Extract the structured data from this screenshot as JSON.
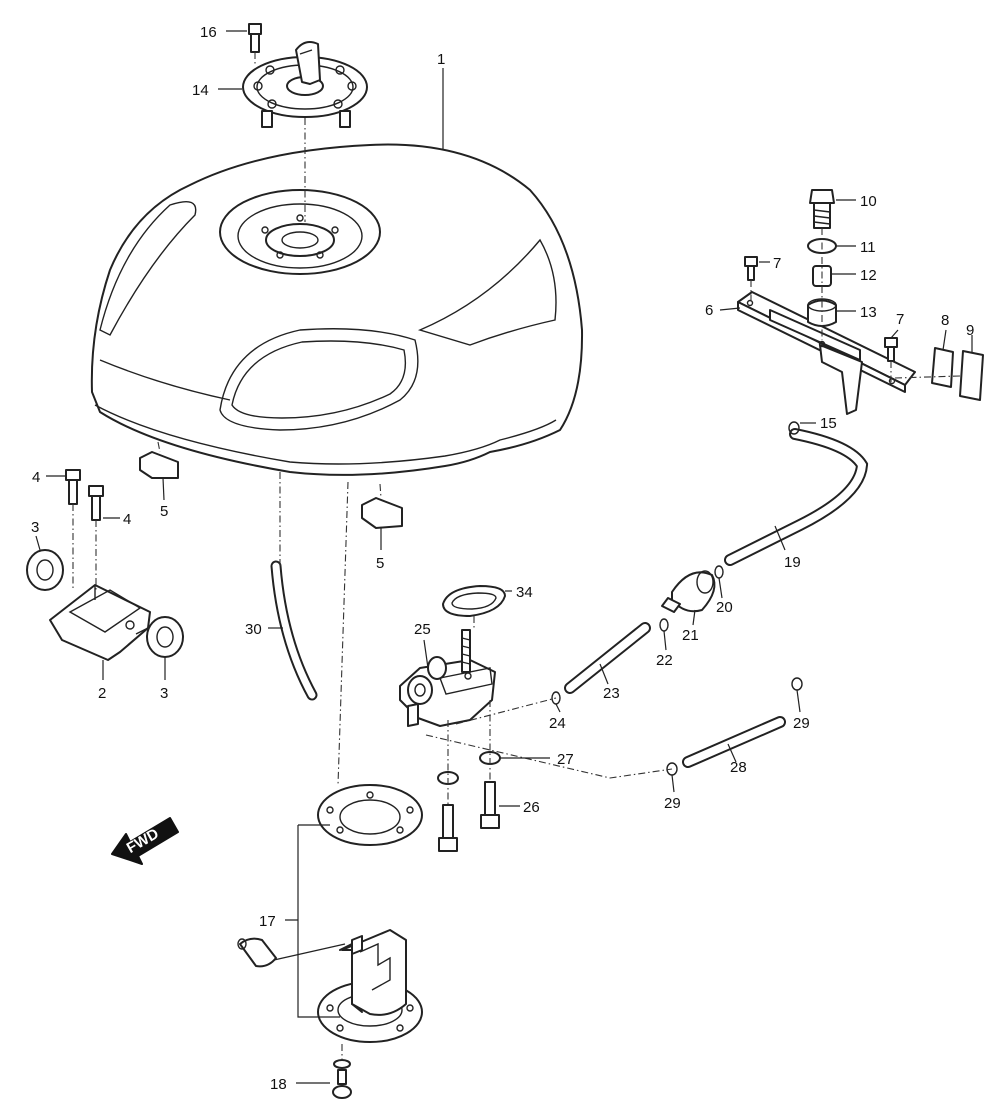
{
  "diagram": {
    "callouts": {
      "c1": "1",
      "c2": "2",
      "c3a": "3",
      "c3b": "3",
      "c4a": "4",
      "c4b": "4",
      "c5a": "5",
      "c5b": "5",
      "c6": "6",
      "c7a": "7",
      "c7b": "7",
      "c8": "8",
      "c9": "9",
      "c10": "10",
      "c11": "11",
      "c12": "12",
      "c13": "13",
      "c14": "14",
      "c15": "15",
      "c16": "16",
      "c17": "17",
      "c18": "18",
      "c19": "19",
      "c20": "20",
      "c21": "21",
      "c22": "22",
      "c23": "23",
      "c24": "24",
      "c25": "25",
      "c26": "26",
      "c27": "27",
      "c28": "28",
      "c29a": "29",
      "c29b": "29",
      "c30": "30",
      "c34": "34"
    },
    "fwd_label": "FWD"
  }
}
